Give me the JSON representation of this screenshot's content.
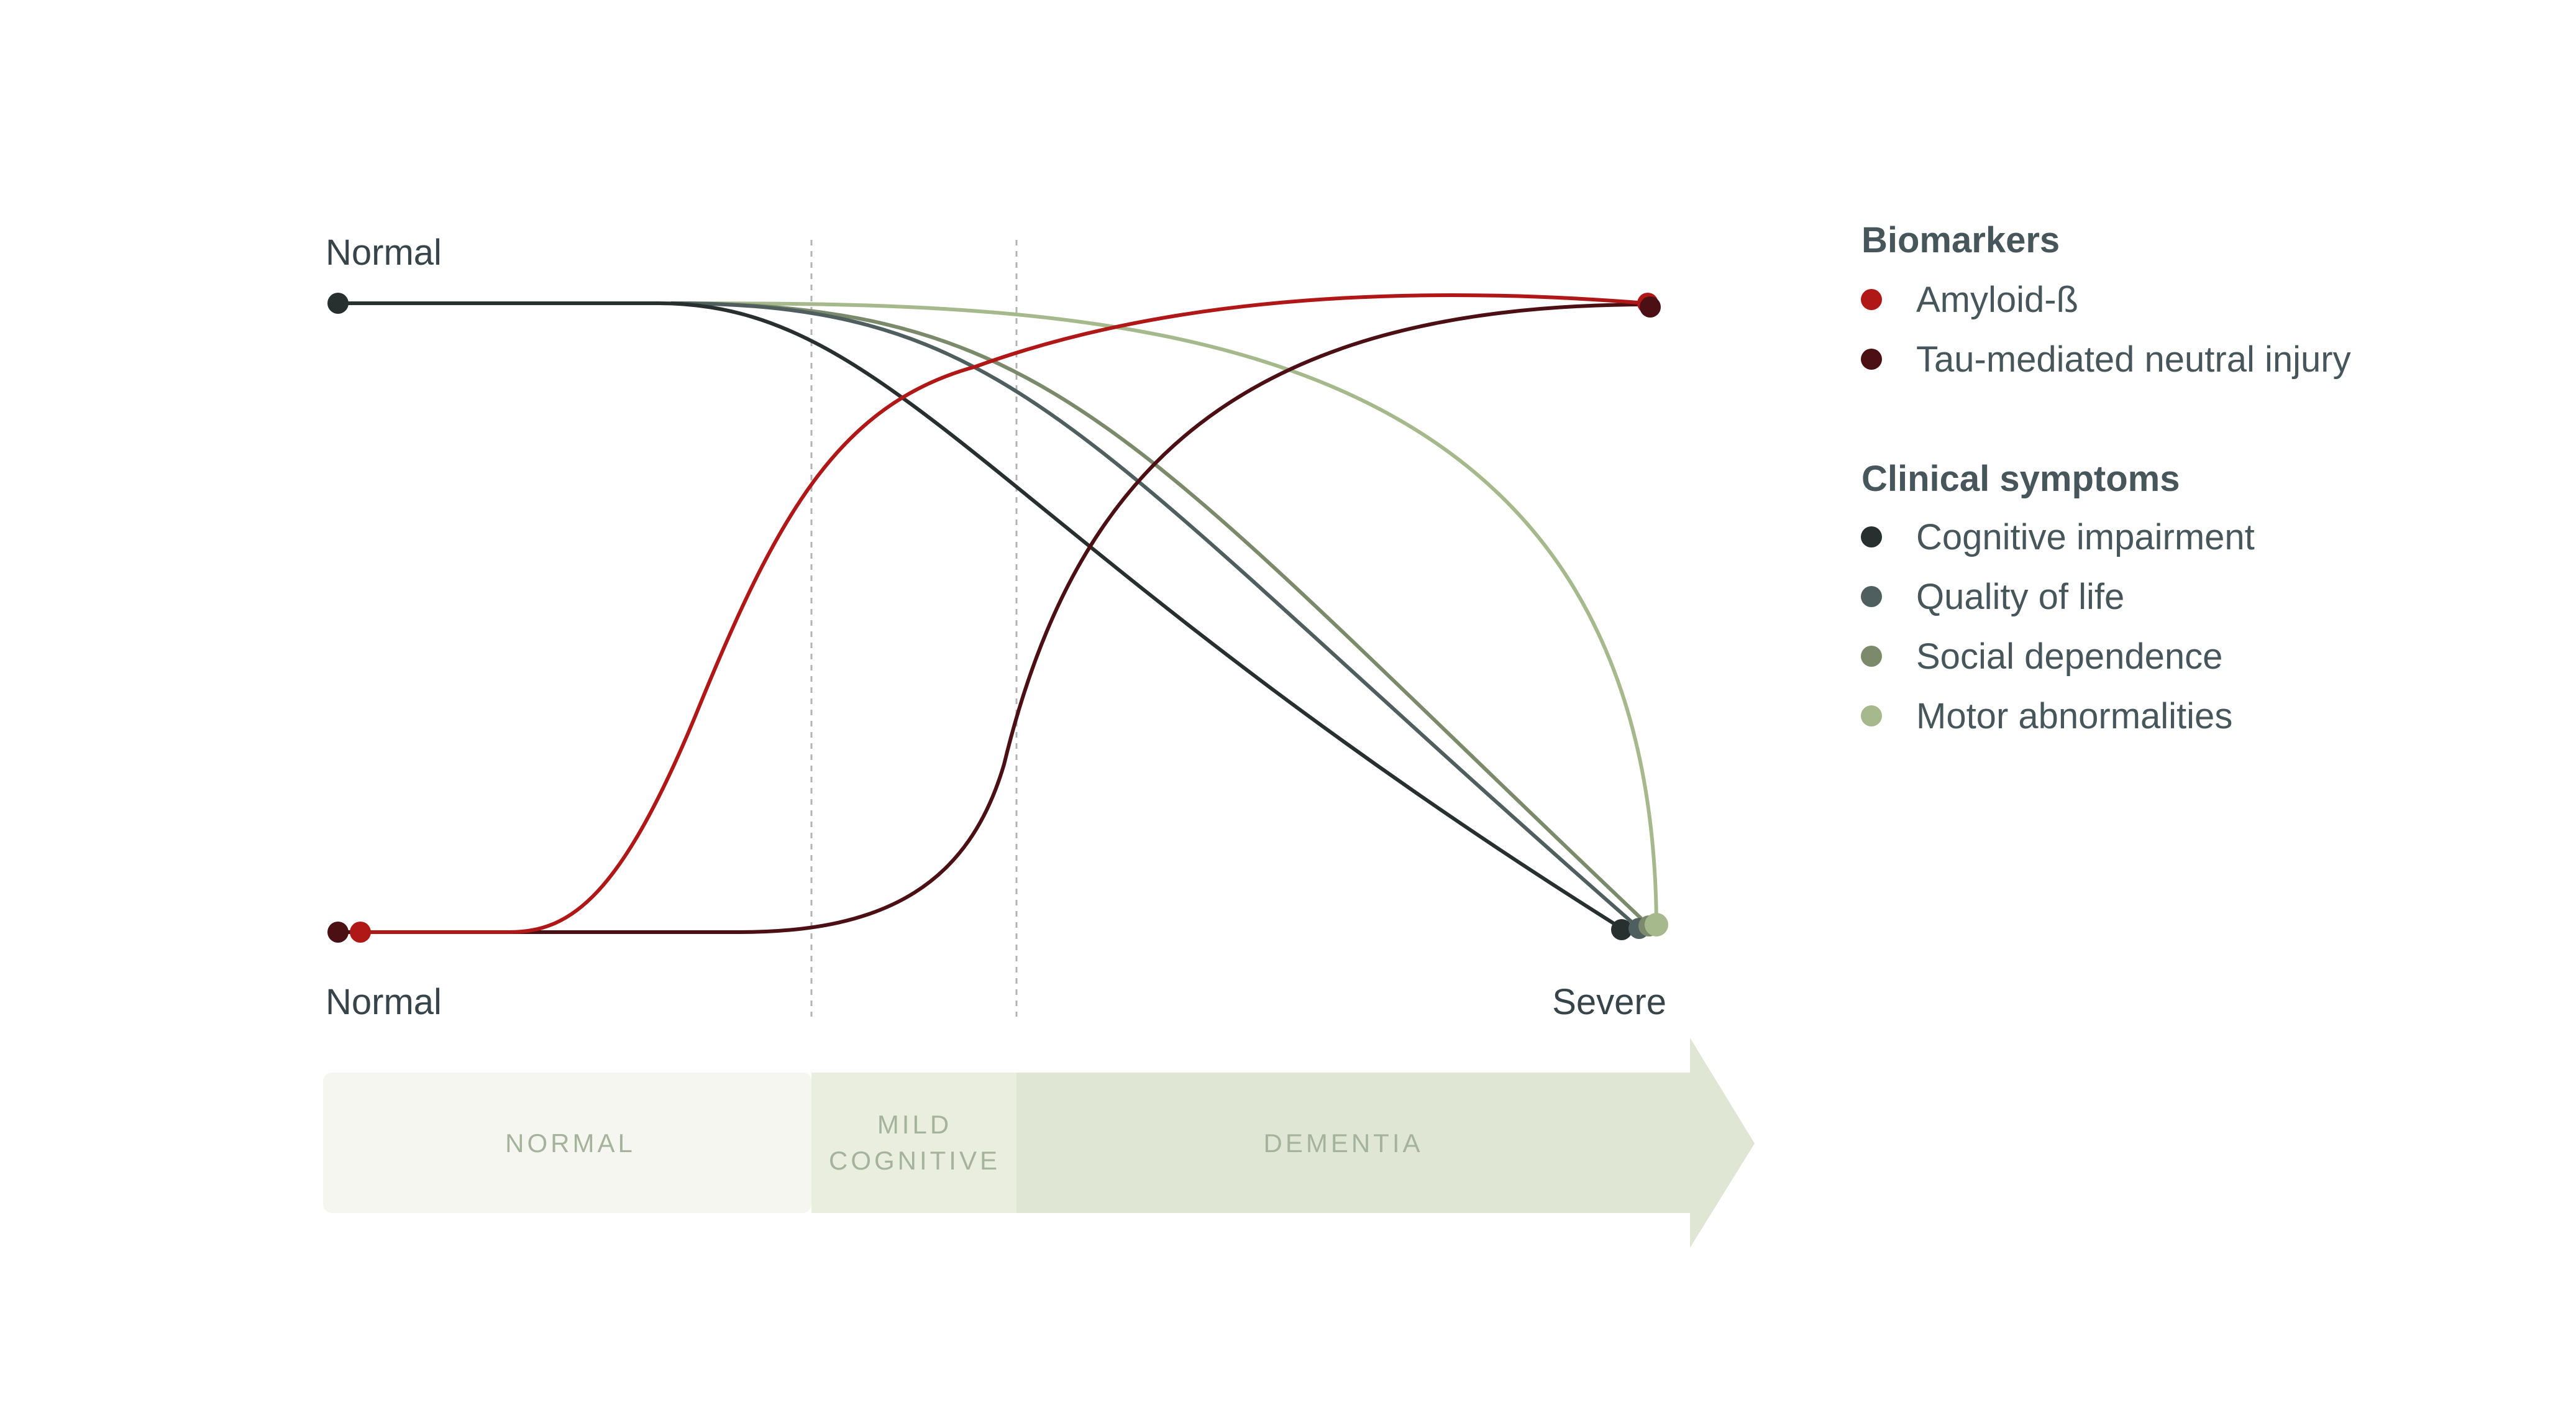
{
  "colors": {
    "amyloid": "#b01818",
    "tau": "#4b0f14",
    "cognitive": "#27302f",
    "quality": "#4f5e5f",
    "social": "#7a8a6a",
    "motor": "#a6b98c",
    "stage_normal": "#f6f6f1",
    "stage_mild": "#e9eedf",
    "stage_dementia": "#dfe7d4",
    "stage_text": "#a5b39c",
    "text": "#37454a"
  },
  "axis": {
    "top_left": "Normal",
    "bottom_left": "Normal",
    "bottom_right": "Severe"
  },
  "stages": [
    {
      "label": "NORMAL"
    },
    {
      "label_lines": [
        "MILD",
        "COGNITIVE"
      ]
    },
    {
      "label": "DEMENTIA"
    }
  ],
  "legend": {
    "biomarkers_heading": "Biomarkers",
    "biomarkers": [
      {
        "label": "Amyloid-ß",
        "color_key": "amyloid"
      },
      {
        "label": "Tau-mediated neutral injury",
        "color_key": "tau"
      }
    ],
    "clinical_heading": "Clinical symptoms",
    "clinical": [
      {
        "label": "Cognitive impairment",
        "color_key": "cognitive"
      },
      {
        "label": "Quality of life",
        "color_key": "quality"
      },
      {
        "label": "Social dependence",
        "color_key": "social"
      },
      {
        "label": "Motor abnormalities",
        "color_key": "motor"
      }
    ]
  }
}
